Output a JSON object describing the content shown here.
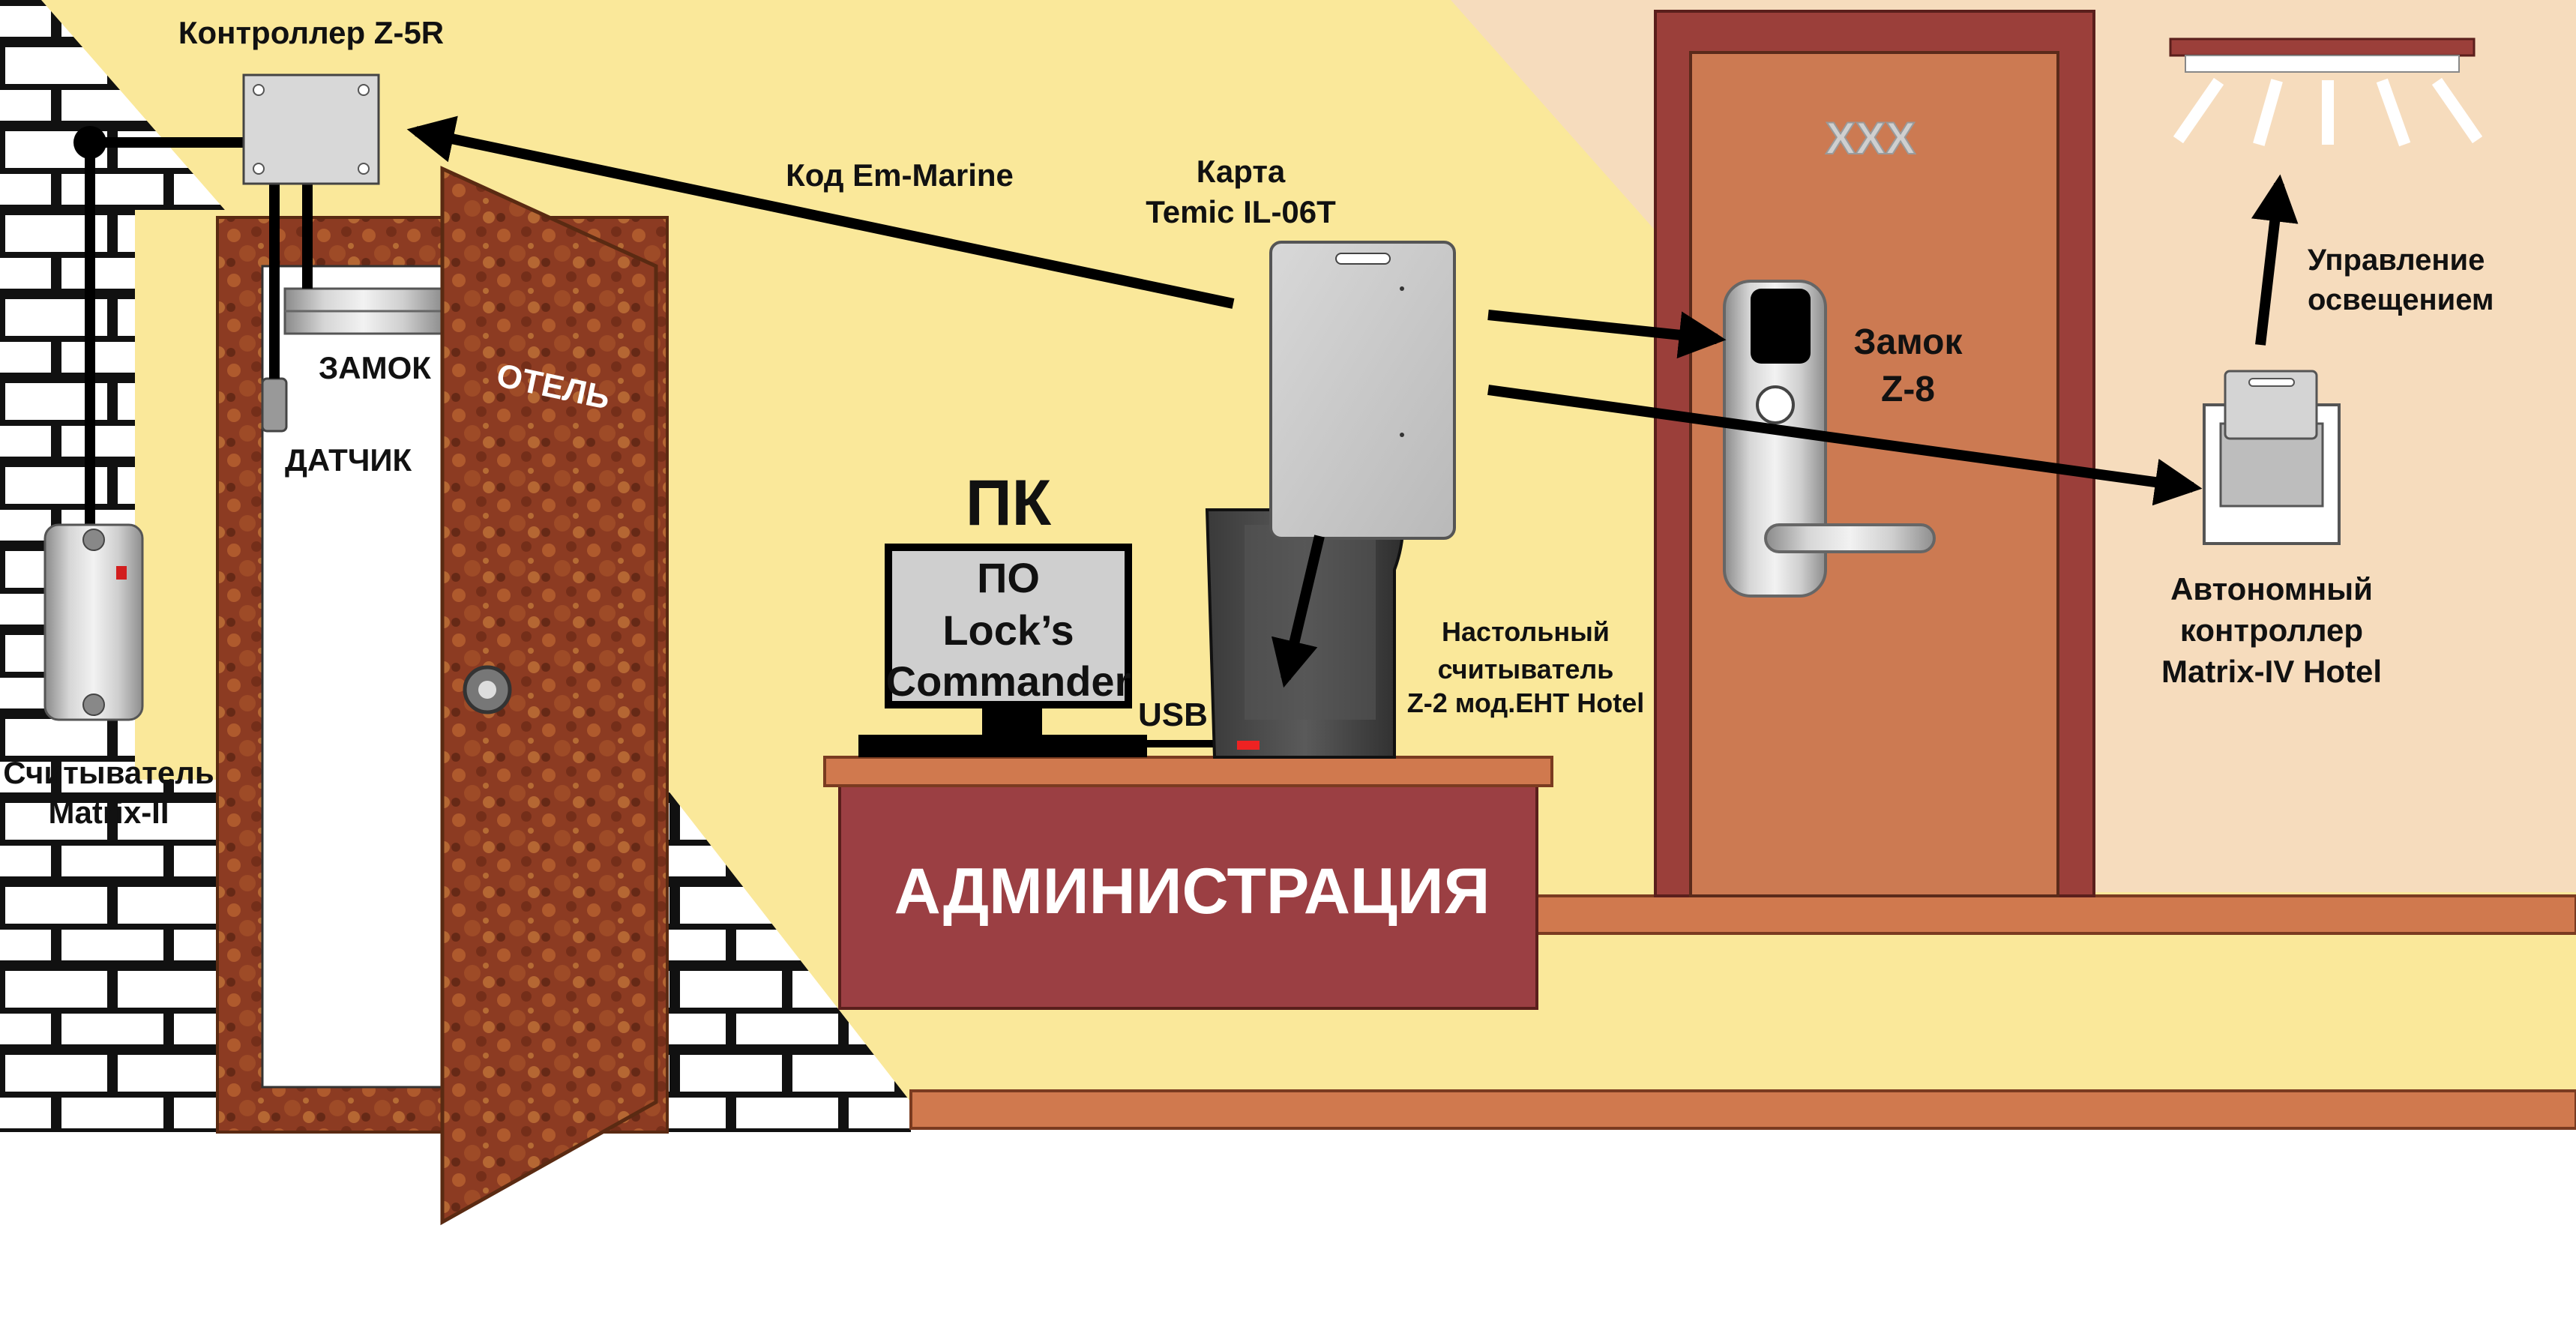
{
  "labels": {
    "controller": "Контроллер Z-5R",
    "em_marine": "Код Em-Marine",
    "card_line1": "Карта",
    "card_line2": "Temic IL-06T",
    "lighting_line1": "Управление",
    "lighting_line2": "освещением",
    "lock_room_line1": "Замок",
    "lock_room_line2": "Z-8",
    "lock_front": "ЗАМОК",
    "sensor": "ДАТЧИК",
    "hotel_sign": "ОТЕЛЬ",
    "pc": "ПК",
    "screen_line1": "ПО",
    "screen_line2": "Lock’s",
    "screen_line3": "Commander",
    "usb": "USB",
    "desk_reader_line1": "Настольный",
    "desk_reader_line2": "считыватель",
    "desk_reader_line3": "Z-2 мод.EHT Hotel",
    "standalone_line1": "Автономный",
    "standalone_line2": "контроллер",
    "standalone_line3": "Matrix-IV Hotel",
    "reader_line1": "Считыватель",
    "reader_line2": "Matrix-II",
    "room_number": "XXX",
    "admin": "АДМИНИСТРАЦИЯ"
  },
  "colors": {
    "wall_yellow": "#fae89a",
    "room_wall": "#f6dcbd",
    "door_frame": "#9b3f3a",
    "room_door": "#cc7a52",
    "desk": "#9b3f43",
    "desk_top": "#d0794e",
    "front_door": "#8c3b22",
    "brick_mortar": "#111111"
  }
}
